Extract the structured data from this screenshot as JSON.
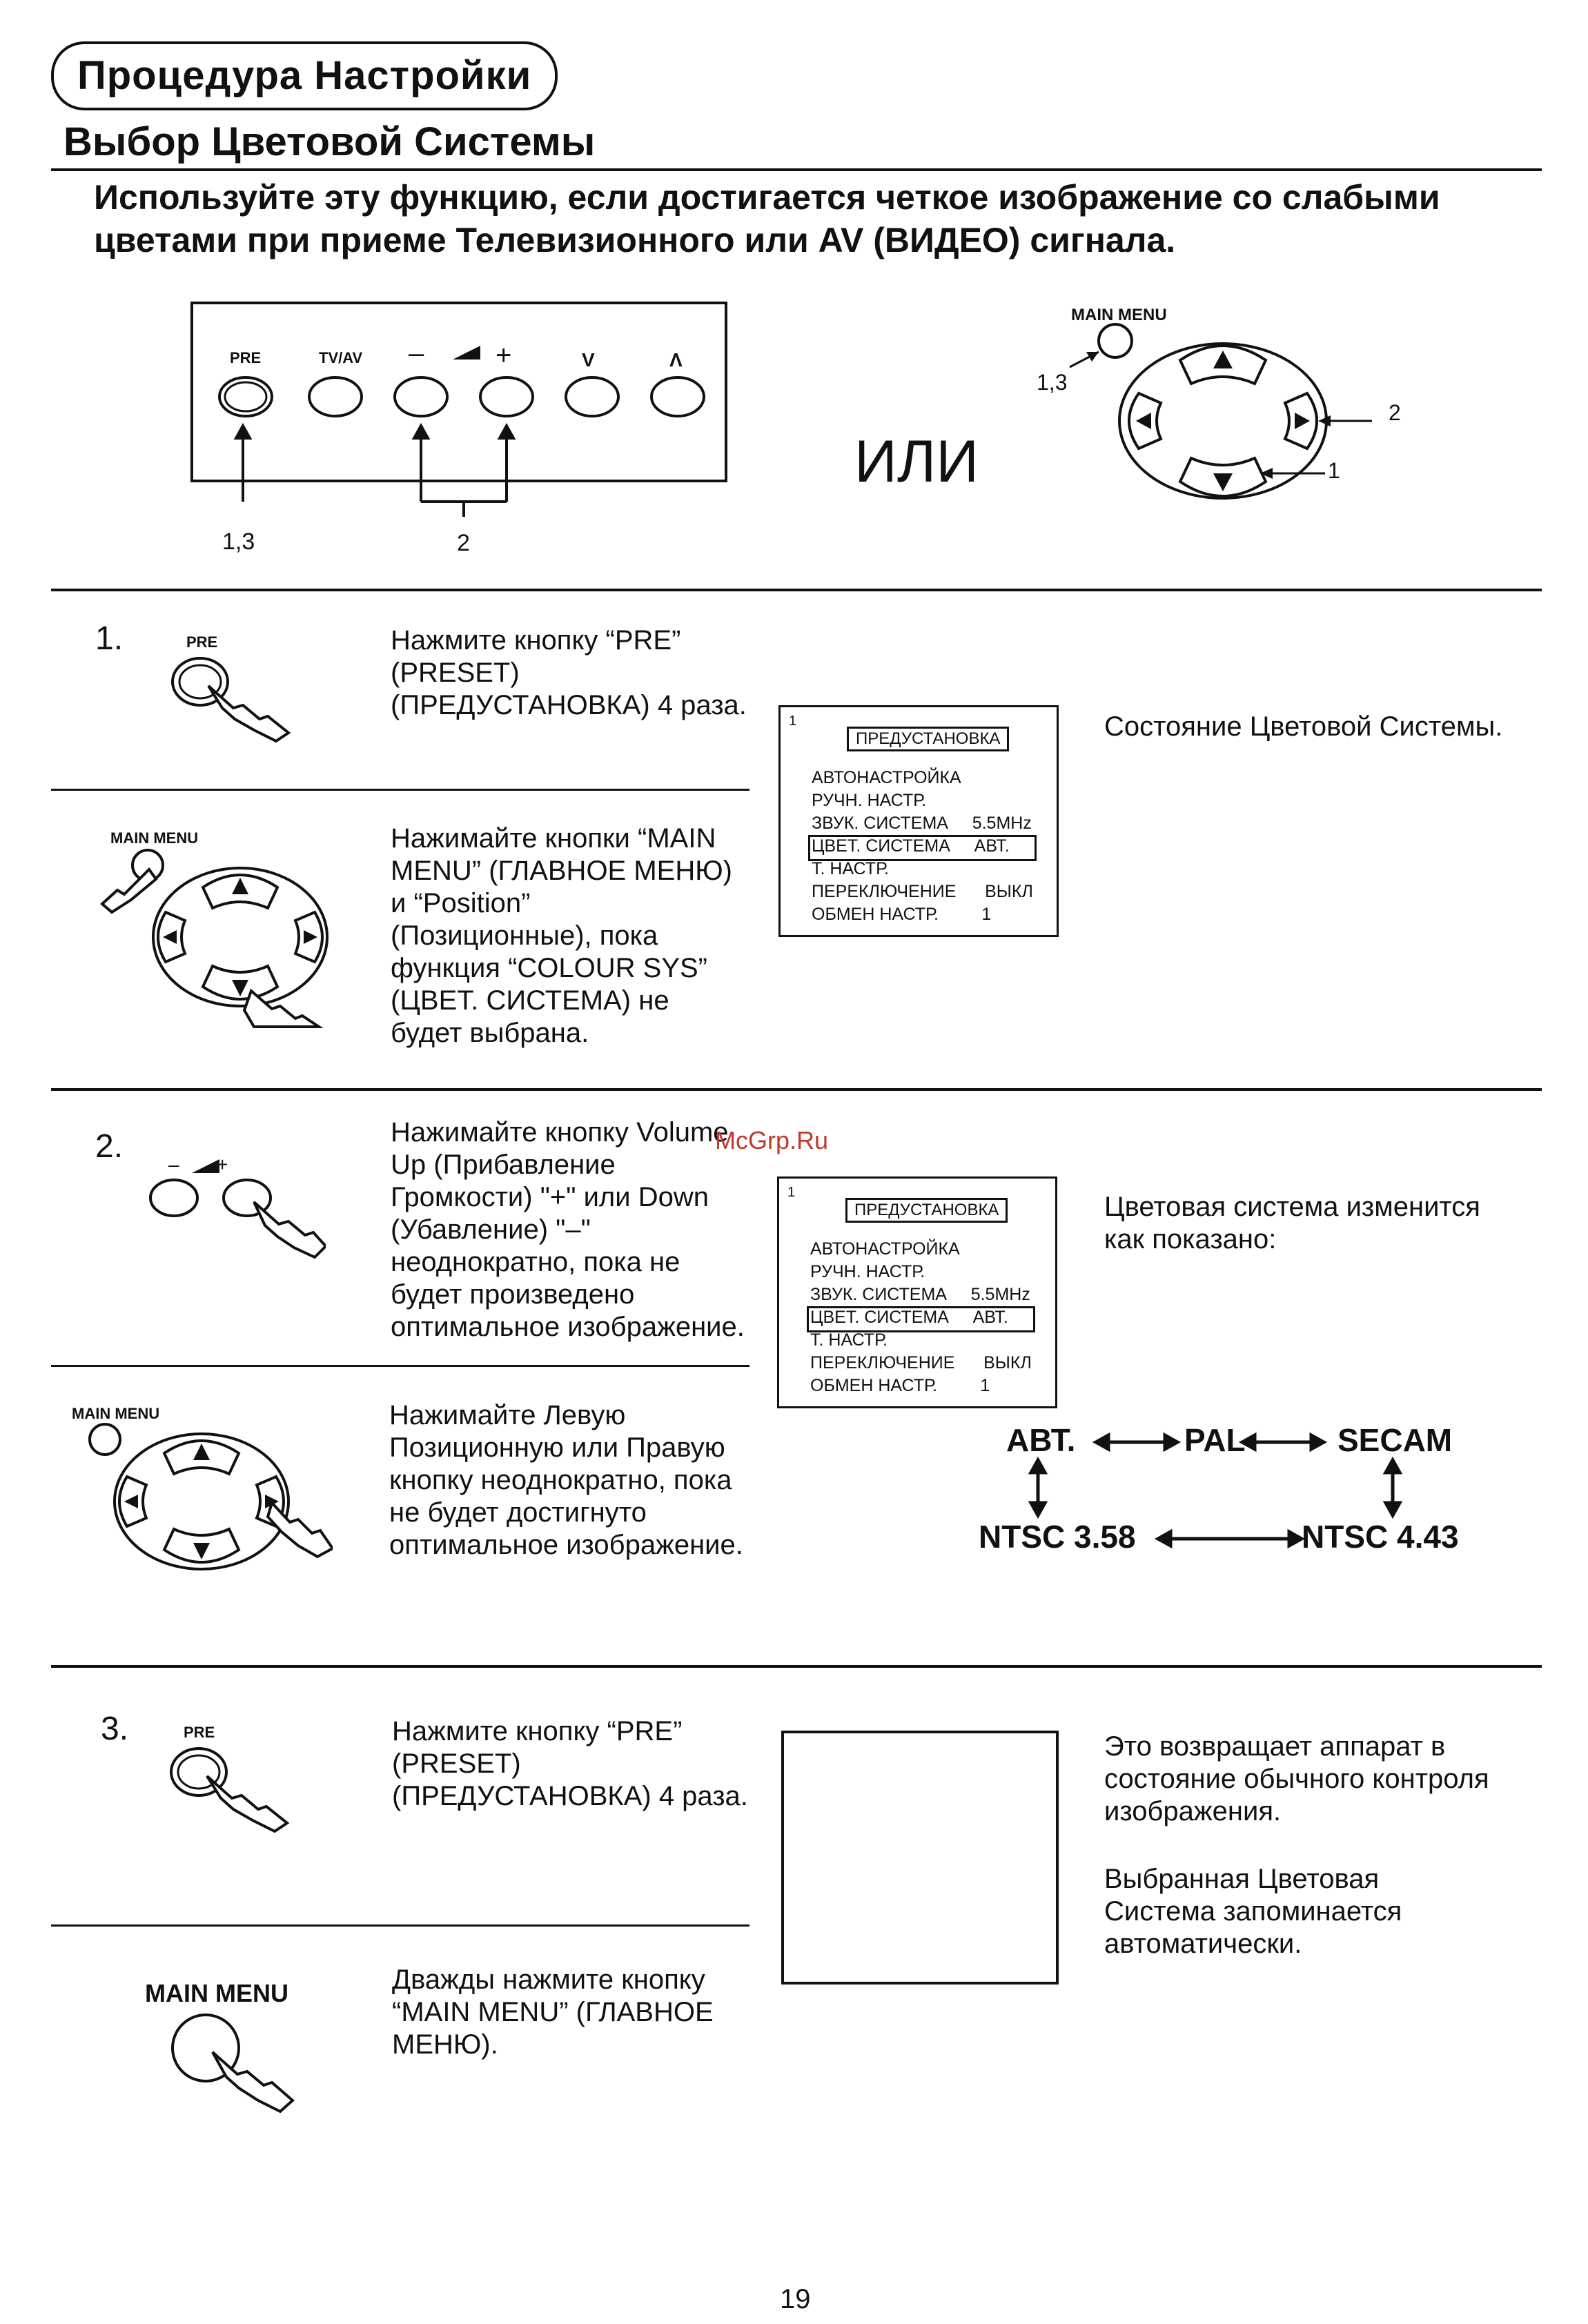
{
  "header": {
    "title": "Процедура Настройки",
    "subtitle": "Выбор Цветовой Системы",
    "intro": "Используйте эту функцию, если достигается четкое изображение со слабыми цветами при приеме Телевизионного или AV (ВИДЕО) сигнала."
  },
  "diagram": {
    "panel_buttons": [
      "PRE",
      "TV/AV",
      "–",
      "+",
      "V",
      "Λ"
    ],
    "label_13": "1,3",
    "label_2": "2",
    "or_text": "ИЛИ",
    "remote_label": "MAIN MENU",
    "remote_13": "1,3",
    "remote_2": "2",
    "remote_1": "1"
  },
  "steps": [
    {
      "number": "1.",
      "a_icon_label": "PRE",
      "a_text": "Нажмите кнопку “PRE” (PRESET) (ПРЕДУСТАНОВКА) 4 раза.",
      "b_icon_label": "MAIN MENU",
      "b_text": "Нажимайте кнопки “MAIN MENU” (ГЛАВНОЕ МЕНЮ) и “Position” (Позиционные), пока функция “COLOUR SYS” (ЦВЕТ. СИСТЕМА) не будет выбрана.",
      "note": "Состояние Цветовой Системы."
    },
    {
      "number": "2.",
      "a_icon_label": "–       +",
      "a_text": "Нажимайте кнопку Volume Up (Прибавление Громкости) \"+\" или Down (Убавление) \"–\" неоднократно, пока не будет произведено оптимальное изображение.",
      "b_icon_label": "MAIN MENU",
      "b_text": "Нажимайте Левую Позиционную или Правую кнопку неоднократно, пока не будет достигнуто оптимальное изображение.",
      "note": "Цветовая система изменится как показано:"
    },
    {
      "number": "3.",
      "a_icon_label": "PRE",
      "a_text": "Нажмите кнопку “PRE” (PRESET) (ПРЕДУСТАНОВКА) 4 раза.",
      "b_icon_label": "MAIN MENU",
      "b_text": "Дважды нажмите кнопку “MAIN MENU” (ГЛАВНОЕ МЕНЮ).",
      "note1": "Это возвращает аппарат в состояние обычного контроля изображения.",
      "note2": "Выбранная Цветовая Система запоминается автоматически."
    }
  ],
  "osd": {
    "page": "1",
    "header": "ПРЕДУСТАНОВКА",
    "rows": [
      "АВТОНАСТРОЙКА",
      "РУЧН. НАСТР.",
      "ЗВУК. СИСТЕМА     5.5MHz",
      "ЦВЕТ. СИСТЕМА     АВТ.",
      "Т. НАСТР.",
      "ПЕРЕКЛЮЧЕНИЕ      ВЫКЛ",
      "ОБМЕН НАСТР.         1"
    ]
  },
  "colour_chain": {
    "auto": "АВТ.",
    "pal": "PAL",
    "secam": "SECAM",
    "ntsc358": "NTSC 3.58",
    "ntsc443": "NTSC 4.43"
  },
  "watermark": "McGrp.Ru",
  "page_number": "19"
}
